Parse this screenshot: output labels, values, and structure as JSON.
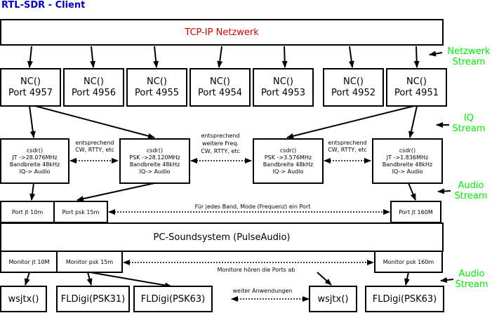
{
  "title": "RTL-SDR - Client",
  "colors": {
    "title": "#0000cc",
    "tcp": "#dd0000",
    "side": "#00ee00",
    "line": "#000000"
  },
  "tcp_label": "TCP-IP Netzwerk",
  "nc_boxes": [
    "NC()\nPort 4957",
    "NC()\nPort 4956",
    "NC()\nPort 4955",
    "NC()\nPort 4954",
    "NC()\nPort 4953",
    "NC()\nPort 4952",
    "NC()\nPort 4951"
  ],
  "csdr_boxes": [
    "csdr()\nJT ->28.076MHz\nBandbreite 48kHz\nIQ-> Audio",
    "csdr()\nPSK ->28.120MHz\nBandbreite 48kHz\nIQ-> Audio",
    "csdr()\nPSK ->3.576MHz\nBandbreite 48kHz\nIQ-> Audio",
    "csdr()\nJT ->1.836MHz\nBandbreite 48kHz\nIQ-> Audio"
  ],
  "notes": {
    "n1": "entsprechend\nCW, RTTY, etc",
    "n2": "entsprechend\nweitere Freq.\nCW, RTTY, etc",
    "n3": "entsprechend\nCW, RTTY, etc",
    "ports": "Für jedes Band, Mode (Frequenz) ein Port",
    "monitors": "Monitore hören die Ports ab",
    "apps": "weiter Anwendungen"
  },
  "ports": [
    "Port jt 10m",
    "Port psk 15m",
    "Port jt 160M"
  ],
  "soundsystem": "PC-Soundsystem (PulseAudio)",
  "monitors": [
    "Monitor jt 10M",
    "Monitor psk 15m",
    "Monitor psk 160m"
  ],
  "apps": [
    "wsjtx()",
    "FLDigi(PSK31)",
    "FLDigi(PSK63)",
    "wsjtx()",
    "FLDigi(PSK63)"
  ],
  "side_labels": [
    "Netzwerk\nStream",
    "IQ\nStream",
    "Audio\nStream",
    "Audio\nStream"
  ]
}
